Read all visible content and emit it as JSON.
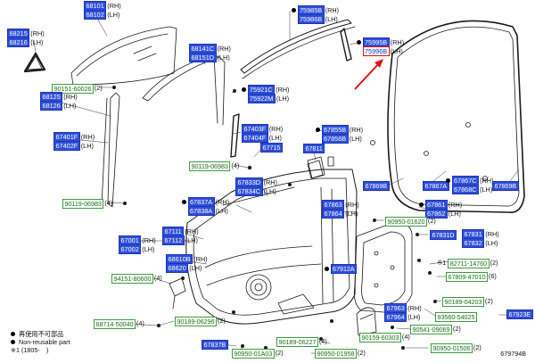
{
  "legend": {
    "dot_meaning_ja": "再使用不可部品",
    "dot_meaning_en": "Non-reusable part",
    "note": "※1 (1805-　)"
  },
  "diagram_id": "679794B",
  "parts": [
    {
      "id": "p-68101",
      "code": "68101",
      "suffix": "(RH)",
      "style": "blue",
      "dot": false,
      "pair": "68102",
      "pair_suffix": "(LH)"
    },
    {
      "id": "p-68215",
      "code": "68215",
      "suffix": "(RH)",
      "style": "blue",
      "dot": false,
      "pair": "68216",
      "pair_suffix": "(LH)"
    },
    {
      "id": "p-75985b",
      "code": "75985B",
      "suffix": "(RH)",
      "style": "blue",
      "dot": true,
      "pair": "75986B",
      "pair_suffix": "(LH)"
    },
    {
      "id": "p-75995b",
      "code": "75995B",
      "suffix": "(RH)",
      "style": "blue",
      "dot": true,
      "pair": "75996B",
      "pair_suffix": "(LH)",
      "pair_highlight": true
    },
    {
      "id": "p-68141c",
      "code": "68141C",
      "suffix": "(RH)",
      "style": "blue",
      "dot": false,
      "pair": "68151D",
      "pair_suffix": "(LH)"
    },
    {
      "id": "p-90151-60026",
      "code": "90151-60026",
      "suffix": "(2)",
      "style": "green"
    },
    {
      "id": "p-68125",
      "code": "68125",
      "suffix": "(RH)",
      "style": "blue",
      "dot": false,
      "pair": "68126",
      "pair_suffix": "(LH)"
    },
    {
      "id": "p-75921c",
      "code": "75921C",
      "suffix": "(RH)",
      "style": "blue",
      "dot": true,
      "pair": "75922M",
      "pair_suffix": "(LH)"
    },
    {
      "id": "p-67403f",
      "code": "67403F",
      "suffix": "(RH)",
      "style": "blue",
      "dot": false,
      "pair": "67404F",
      "pair_suffix": "(LH)"
    },
    {
      "id": "p-67401f",
      "code": "67401F",
      "suffix": "(RH)",
      "style": "blue",
      "dot": false,
      "pair": "67402F",
      "pair_suffix": "(LH)"
    },
    {
      "id": "p-67715",
      "code": "67715",
      "style": "blue"
    },
    {
      "id": "p-67855b",
      "code": "67855B",
      "suffix": "(RH)",
      "style": "blue",
      "dot": true,
      "pair": "67856B",
      "pair_suffix": "(LH)"
    },
    {
      "id": "p-67811",
      "code": "67811",
      "style": "blue"
    },
    {
      "id": "p-90119-06983a",
      "code": "90119-06983",
      "suffix": "(4)",
      "style": "green"
    },
    {
      "id": "p-67869b-l",
      "code": "67869B",
      "style": "blue"
    },
    {
      "id": "p-67867a",
      "code": "67867A",
      "style": "blue"
    },
    {
      "id": "p-67867c",
      "code": "67867C",
      "suffix": "(RH)",
      "style": "blue",
      "dot": true,
      "pair": "67868C",
      "pair_suffix": "(LH)"
    },
    {
      "id": "p-67869b-r",
      "code": "67869B",
      "style": "blue"
    },
    {
      "id": "p-67833d",
      "code": "67833D",
      "suffix": "(RH)",
      "style": "blue",
      "dot": false,
      "pair": "67834C",
      "pair_suffix": "(LH)"
    },
    {
      "id": "p-90119-06983b",
      "code": "90119-06983",
      "suffix": "(4)",
      "style": "green"
    },
    {
      "id": "p-67837a",
      "code": "67837A",
      "suffix": "(RH)",
      "style": "blue",
      "dot": true,
      "pair": "67838A",
      "pair_suffix": "(LH)"
    },
    {
      "id": "p-67863",
      "code": "67863",
      "suffix": "(RH)",
      "style": "blue",
      "dot": false,
      "pair": "67864",
      "pair_suffix": "(LH)"
    },
    {
      "id": "p-67861",
      "code": "67861",
      "suffix": "(RH)",
      "style": "blue",
      "dot": true,
      "pair": "67862",
      "pair_suffix": "(LH)"
    },
    {
      "id": "p-90950-01620",
      "code": "90950-01620",
      "suffix": "(2)",
      "style": "green"
    },
    {
      "id": "p-67111",
      "code": "67111",
      "suffix": "(RH)",
      "style": "blue",
      "dot": false,
      "pair": "67112",
      "pair_suffix": "(LH)"
    },
    {
      "id": "p-67001",
      "code": "67001",
      "suffix": "(RH)",
      "style": "blue",
      "dot": false,
      "pair": "67002",
      "pair_suffix": "(LH)"
    },
    {
      "id": "p-67831d",
      "code": "67831D",
      "style": "blue"
    },
    {
      "id": "p-67831",
      "code": "67831",
      "suffix": "(RH)",
      "style": "blue",
      "dot": false,
      "pair": "67832",
      "pair_suffix": "(LH)"
    },
    {
      "id": "p-68610b",
      "code": "68610B",
      "suffix": "(RH)",
      "style": "blue",
      "dot": false,
      "pair": "68620",
      "pair_suffix": "(LH)"
    },
    {
      "id": "p-82711-14760",
      "code": "82711-14760",
      "suffix": "(2)",
      "style": "green",
      "mark": "※1"
    },
    {
      "id": "p-67912a",
      "code": "67912A",
      "style": "blue",
      "dot": true
    },
    {
      "id": "p-67809-47010",
      "code": "67809-47010",
      "suffix": "(6)",
      "style": "green"
    },
    {
      "id": "p-94151-80600",
      "code": "94151-80600",
      "suffix": "(4)",
      "style": "green"
    },
    {
      "id": "p-90189-04203",
      "code": "90189-04203",
      "suffix": "(2)",
      "style": "green"
    },
    {
      "id": "p-67963",
      "code": "67963",
      "suffix": "(RH)",
      "style": "blue",
      "dot": false,
      "pair": "67964",
      "pair_suffix": "(LH)"
    },
    {
      "id": "p-93560-54025",
      "code": "93560-54025",
      "style": "green"
    },
    {
      "id": "p-67923e",
      "code": "67923E",
      "style": "blue"
    },
    {
      "id": "p-68714-50040",
      "code": "68714-50040",
      "suffix": "(4)",
      "style": "green"
    },
    {
      "id": "p-90189-06296",
      "code": "90189-06296",
      "suffix": "(2)",
      "style": "green"
    },
    {
      "id": "p-90541-09069",
      "code": "90541-09069",
      "suffix": "(2)",
      "style": "green"
    },
    {
      "id": "p-90189-06227",
      "code": "90189-06227",
      "suffix": "(4)",
      "style": "green"
    },
    {
      "id": "p-90159-60303",
      "code": "90159-60303",
      "suffix": "(4)",
      "style": "green"
    },
    {
      "id": "p-67837b",
      "code": "67837B",
      "style": "blue"
    },
    {
      "id": "p-90950-01a03",
      "code": "90950-01A03",
      "suffix": "(2)",
      "style": "green"
    },
    {
      "id": "p-90950-01958",
      "code": "90950-01958",
      "suffix": "(2)",
      "style": "green"
    },
    {
      "id": "p-90950-01506",
      "code": "90950-01506",
      "suffix": "(2)",
      "style": "green"
    }
  ]
}
